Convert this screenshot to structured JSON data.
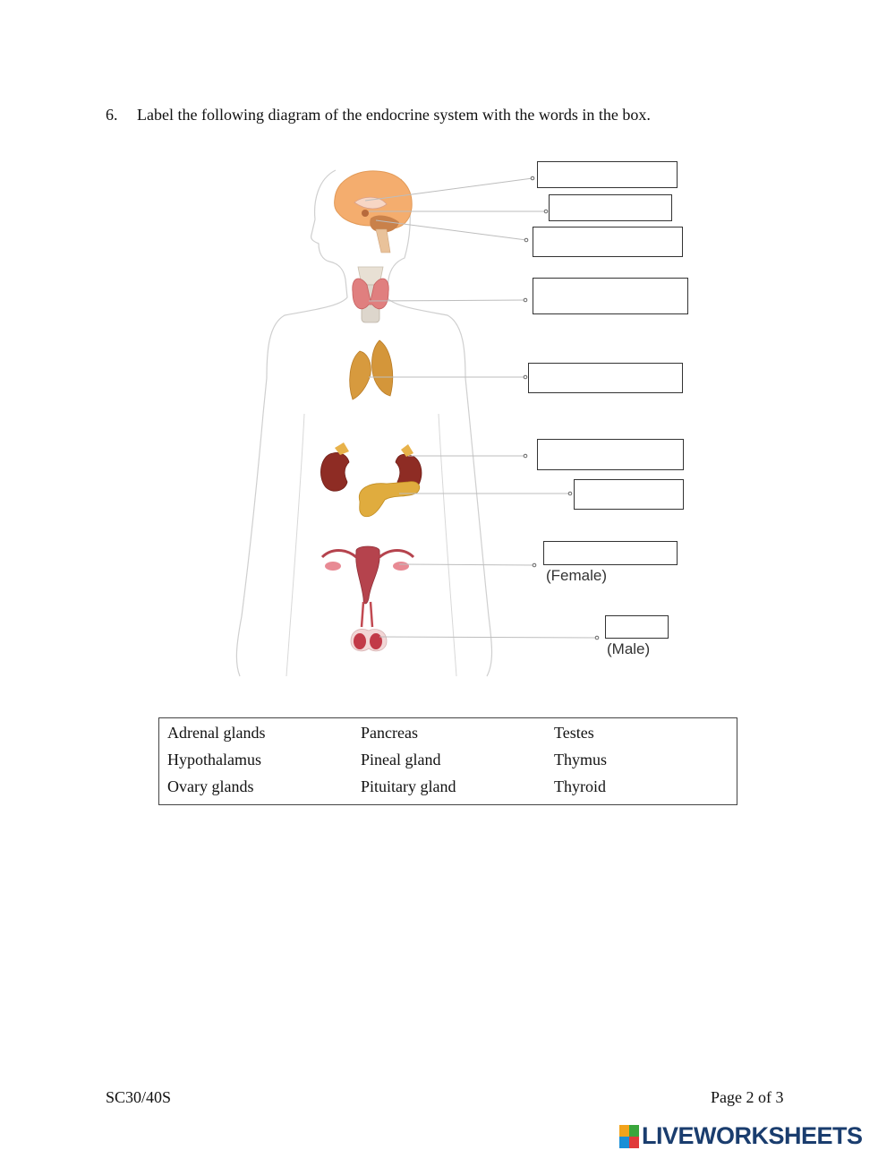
{
  "question": {
    "number": "6.",
    "text": "Label the following diagram of the endocrine system with the words in the box."
  },
  "diagram": {
    "female_label": "(Female)",
    "male_label": "(Male)"
  },
  "word_bank": [
    [
      "Adrenal glands",
      "Pancreas",
      "Testes"
    ],
    [
      "Hypothalamus",
      "Pineal gland",
      "Thymus"
    ],
    [
      "Ovary glands",
      "Pituitary gland",
      "Thyroid"
    ]
  ],
  "footer": {
    "course": "SC30/40S",
    "page": "Page 2 of 3"
  },
  "brand": {
    "name": "LIVEWORKSHEETS",
    "colors": [
      "#f2a31b",
      "#3aa63c",
      "#1a8fd6",
      "#e03a3a"
    ]
  }
}
